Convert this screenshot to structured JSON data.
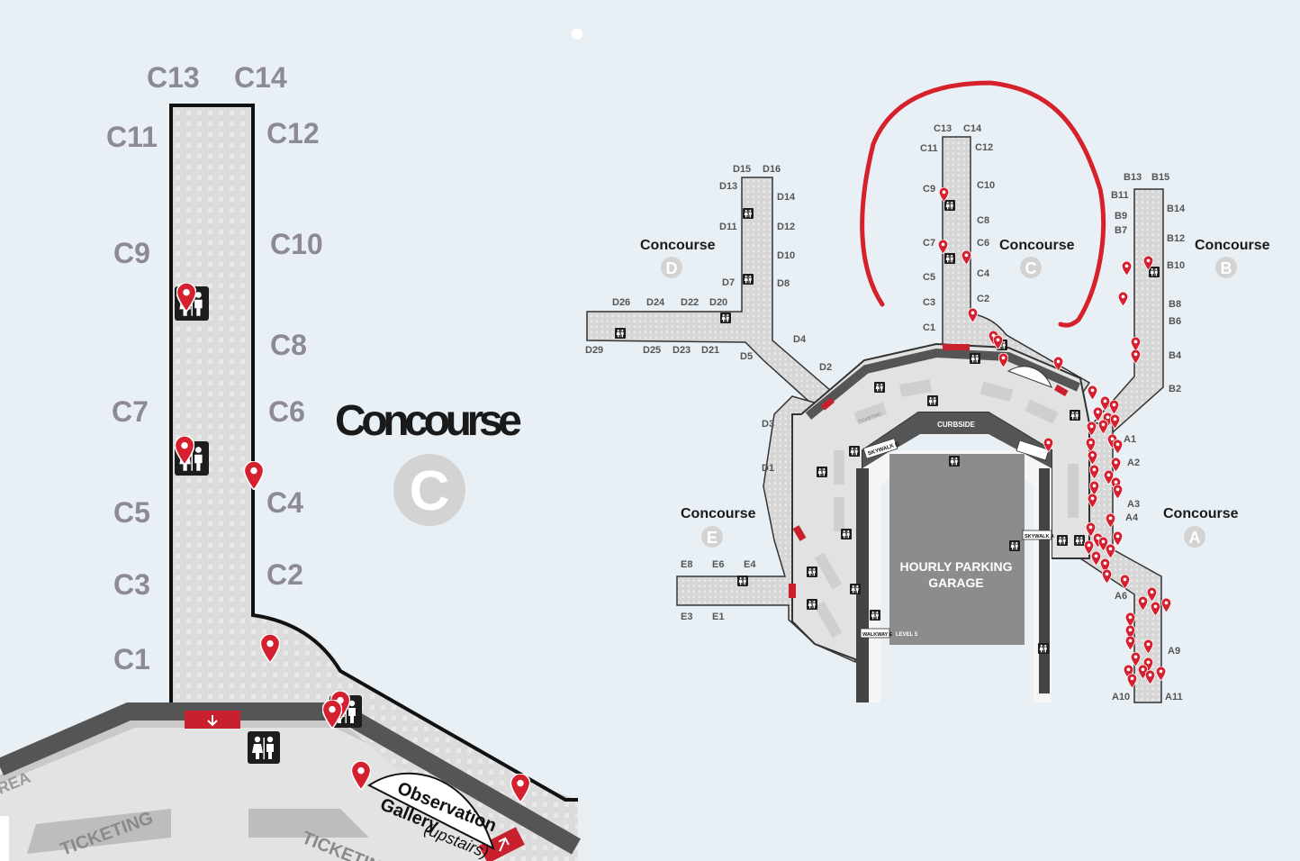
{
  "zoom": {
    "gates_left": [
      "C13",
      "C11",
      "C9",
      "C7",
      "C5",
      "C3",
      "C1"
    ],
    "gates_right": [
      "C14",
      "C12",
      "C10",
      "C8",
      "C6",
      "C4",
      "C2"
    ],
    "concourse_word": "Concourse",
    "concourse_letter": "C",
    "observation": [
      "Observation",
      "Gallery",
      "(upstairs)"
    ],
    "ticketing": "TICKETING",
    "area_fragment": "REA"
  },
  "overview": {
    "concourses": [
      {
        "word": "Concourse",
        "letter": "D"
      },
      {
        "word": "Concourse",
        "letter": "C"
      },
      {
        "word": "Concourse",
        "letter": "B"
      },
      {
        "word": "Concourse",
        "letter": "E"
      },
      {
        "word": "Concourse",
        "letter": "A"
      }
    ],
    "gates": {
      "c": [
        "C13",
        "C14",
        "C11",
        "C12",
        "C9",
        "C10",
        "C8",
        "C7",
        "C6",
        "C5",
        "C4",
        "C3",
        "C2",
        "C1"
      ],
      "d": [
        "D15",
        "D16",
        "D13",
        "D14",
        "D11",
        "D12",
        "D10",
        "D7",
        "D8",
        "D26",
        "D24",
        "D22",
        "D20",
        "D29",
        "D25",
        "D23",
        "D21",
        "D5",
        "D4",
        "D2",
        "D3",
        "D1"
      ],
      "b": [
        "B13",
        "B15",
        "B11",
        "B14",
        "B9",
        "B7",
        "B12",
        "B10",
        "B8",
        "B6",
        "B4",
        "B2"
      ],
      "e": [
        "E8",
        "E6",
        "E4",
        "E3",
        "E1"
      ],
      "a": [
        "A1",
        "A2",
        "A3",
        "A4",
        "A6",
        "A9",
        "A10",
        "A11"
      ]
    },
    "parking": [
      "HOURLY PARKING",
      "GARAGE"
    ],
    "curbside": "CURBSIDE",
    "skywalk_d": "SKYWALK D",
    "skywalk_a": "SKYWALK A",
    "walkway_e": "WALKWAY E",
    "level": "LEVEL 5",
    "ticketing": "TICKETING"
  },
  "colors": {
    "marker": "#d5202f",
    "circle_annotation": "#d6202a",
    "corridor": "#d9d9d9",
    "wall": "#1a1a1a",
    "garage": "#8c8c8c"
  }
}
